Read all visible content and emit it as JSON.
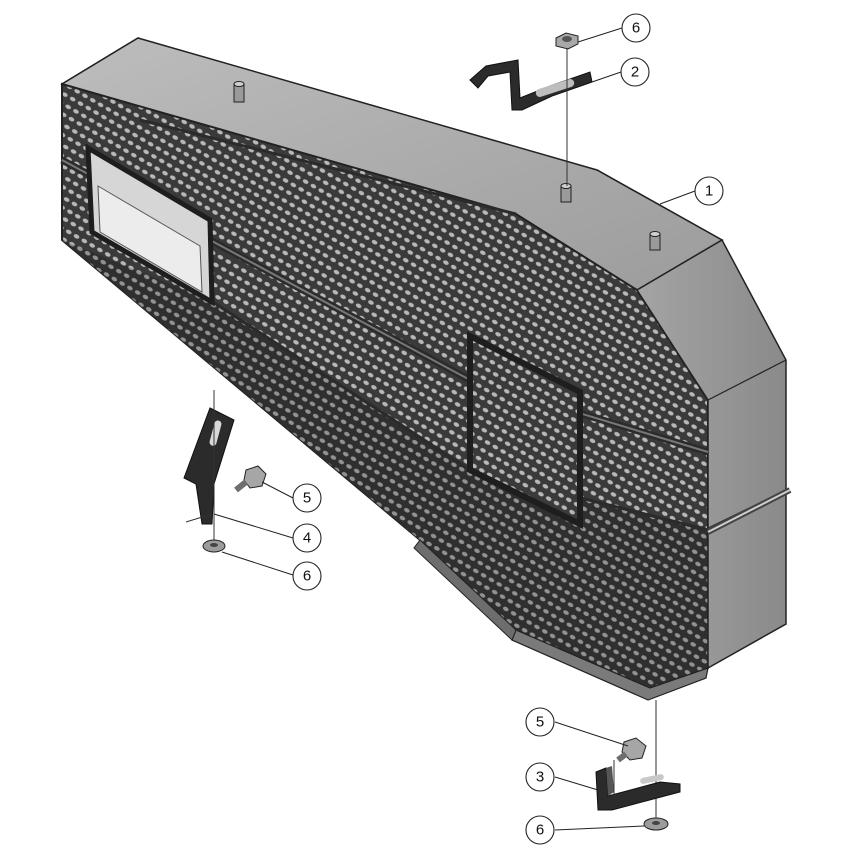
{
  "diagram": {
    "type": "exploded-parts-view",
    "colors": {
      "panel": "#a9a9a9",
      "panel_light": "#c4c4c4",
      "panel_dark": "#6f6f6f",
      "mesh": "#3c3c3c",
      "mesh_hole": "#bdbdbd",
      "bracket": "#2b2b2b",
      "edge": "#222222"
    },
    "callouts": [
      {
        "id": "c1",
        "label": "1",
        "part": "guard-housing"
      },
      {
        "id": "c2",
        "label": "2",
        "part": "top-bracket"
      },
      {
        "id": "c3",
        "label": "3",
        "part": "bottom-bracket"
      },
      {
        "id": "c4",
        "label": "4",
        "part": "side-bracket"
      },
      {
        "id": "c5a",
        "label": "5",
        "part": "bolt"
      },
      {
        "id": "c5b",
        "label": "5",
        "part": "bolt"
      },
      {
        "id": "c6a",
        "label": "6",
        "part": "nut"
      },
      {
        "id": "c6b",
        "label": "6",
        "part": "nut"
      },
      {
        "id": "c6c",
        "label": "6",
        "part": "nut"
      }
    ]
  }
}
